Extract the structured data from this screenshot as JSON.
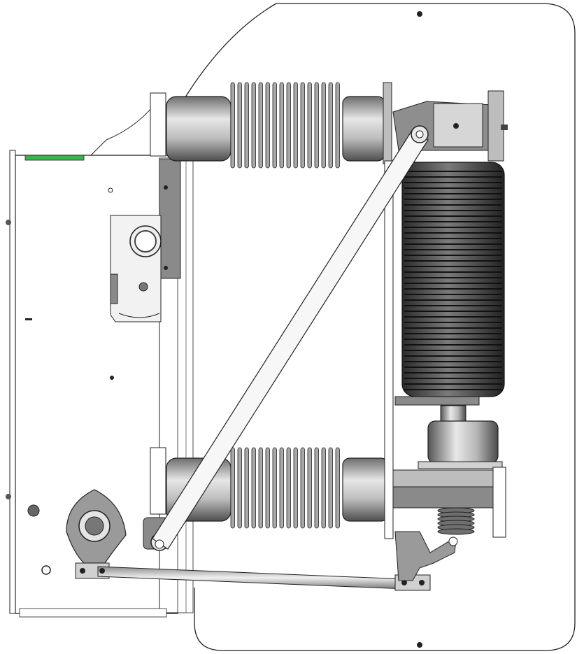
{
  "drawing": {
    "kind": "mechanical line drawing",
    "components": {
      "base_plate": "mounting-plate",
      "frame": "left-mechanism-frame",
      "upper_insulator": "upper-ribbed-insulator",
      "lower_insulator": "lower-ribbed-insulator",
      "vacuum_bellows": "vertical-bellows-insulator",
      "link_rod": "diagonal-link-rod",
      "bottom_rod": "horizontal-tie-rod",
      "crank": "drive-crank",
      "spring": "compression-spring",
      "cylinder": "contact-cylinder"
    },
    "colors": {
      "line": "#1a1a1a",
      "metal_dark": "#5c5c5c",
      "metal_mid": "#9b9b9b",
      "metal_light": "#d8d8d8",
      "label_green": "#3bb54a",
      "background": "#ffffff"
    }
  }
}
